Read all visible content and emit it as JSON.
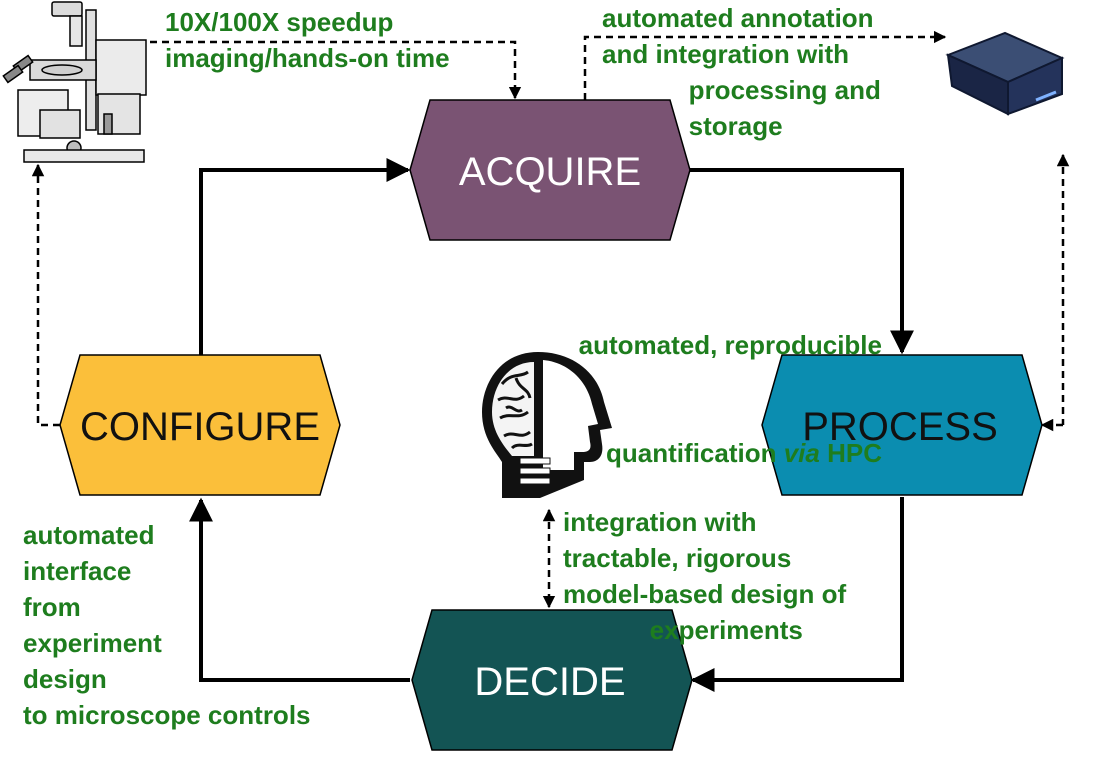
{
  "stages": {
    "acquire": {
      "label": "ACQUIRE",
      "fill": "#7a5373",
      "text_color": "#ffffff"
    },
    "process": {
      "label": "PROCESS",
      "fill": "#0b8db0",
      "text_color": "#111111"
    },
    "decide": {
      "label": "DECIDE",
      "fill": "#135454",
      "text_color": "#ffffff"
    },
    "configure": {
      "label": "CONFIGURE",
      "fill": "#fbbf3a",
      "text_color": "#111111"
    }
  },
  "annotations": {
    "speedup": "10X/100X speedup\nimaging/hands-on time",
    "annotation_storage": "automated annotation\nand integration with\n            processing and\n            storage",
    "quantification_prefix": "quantification ",
    "quantification_emph": "via",
    "quantification_suffix": " HPC",
    "quantification_line1": "automated, reproducible",
    "design": "integration with\ntractable, rigorous\nmodel-based design of\n            experiments",
    "interface": "automated\ninterface\nfrom\nexperiment\ndesign\nto microscope controls"
  },
  "icons": {
    "microscope": "microscope-icon",
    "storage": "storage-device-icon",
    "head": "head-lightbulb-brain-icon"
  },
  "colors": {
    "annotation_text": "#1e7d1e",
    "connector": "#000000"
  }
}
